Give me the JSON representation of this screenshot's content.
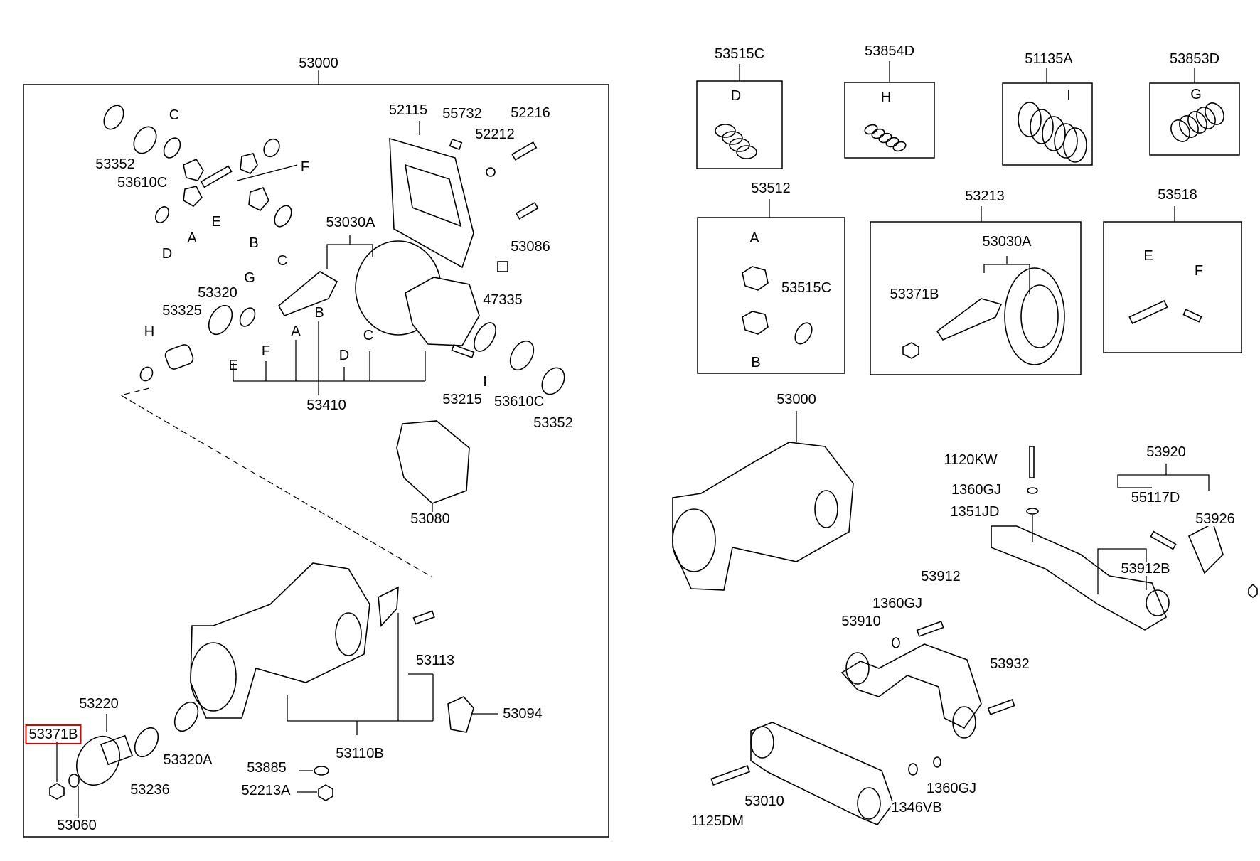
{
  "labels": {
    "l53000a": "53000",
    "l53352a": "53352",
    "l53610ca": "53610C",
    "lCa": "C",
    "lF": "F",
    "lE": "E",
    "lA": "A",
    "lB": "B",
    "lDa": "D",
    "lCb": "C",
    "l52115": "52115",
    "l55732": "55732",
    "l52216": "52216",
    "l52212": "52212",
    "l53030aa": "53030A",
    "l53086": "53086",
    "l47335": "47335",
    "l53320": "53320",
    "lG": "G",
    "l53325": "53325",
    "lH": "H",
    "lB2": "B",
    "lA2": "A",
    "lF2": "F",
    "lD2": "D",
    "lC2": "C",
    "lE2": "E",
    "l53410": "53410",
    "lI": "I",
    "l53215": "53215",
    "l53610cb": "53610C",
    "l53352b": "53352",
    "l53080": "53080",
    "l53113": "53113",
    "l53220": "53220",
    "l53371ba": "53371B",
    "l53094": "53094",
    "l53320a": "53320A",
    "l53236": "53236",
    "l53110b": "53110B",
    "l53885": "53885",
    "l52213a": "52213A",
    "l53060": "53060",
    "l53515ca": "53515C",
    "lD3": "D",
    "l53854d": "53854D",
    "lH3": "H",
    "l51135a": "51135A",
    "lI3": "I",
    "l53853d": "53853D",
    "lG3": "G",
    "l53512": "53512",
    "lA4": "A",
    "l53515cb": "53515C",
    "lB4": "B",
    "l53213": "53213",
    "l53030ab": "53030A",
    "l53371bb": "53371B",
    "l53518": "53518",
    "lE5": "E",
    "lF5": "F",
    "l53000b": "53000",
    "l53920": "53920",
    "l1120kw": "1120KW",
    "l1360gja": "1360GJ",
    "l1351jd": "1351JD",
    "l55117d": "55117D",
    "l53926": "53926",
    "l53912b": "53912B",
    "l53912": "53912",
    "l1360gjb": "1360GJ",
    "l53910": "53910",
    "l53932": "53932",
    "l1360gjc": "1360GJ",
    "l1346vb": "1346VB",
    "l53010": "53010",
    "l1125dm": "1125DM"
  },
  "highlighted_part": "53371B",
  "colors": {
    "highlight": "#e00000",
    "ink": "#000000"
  }
}
